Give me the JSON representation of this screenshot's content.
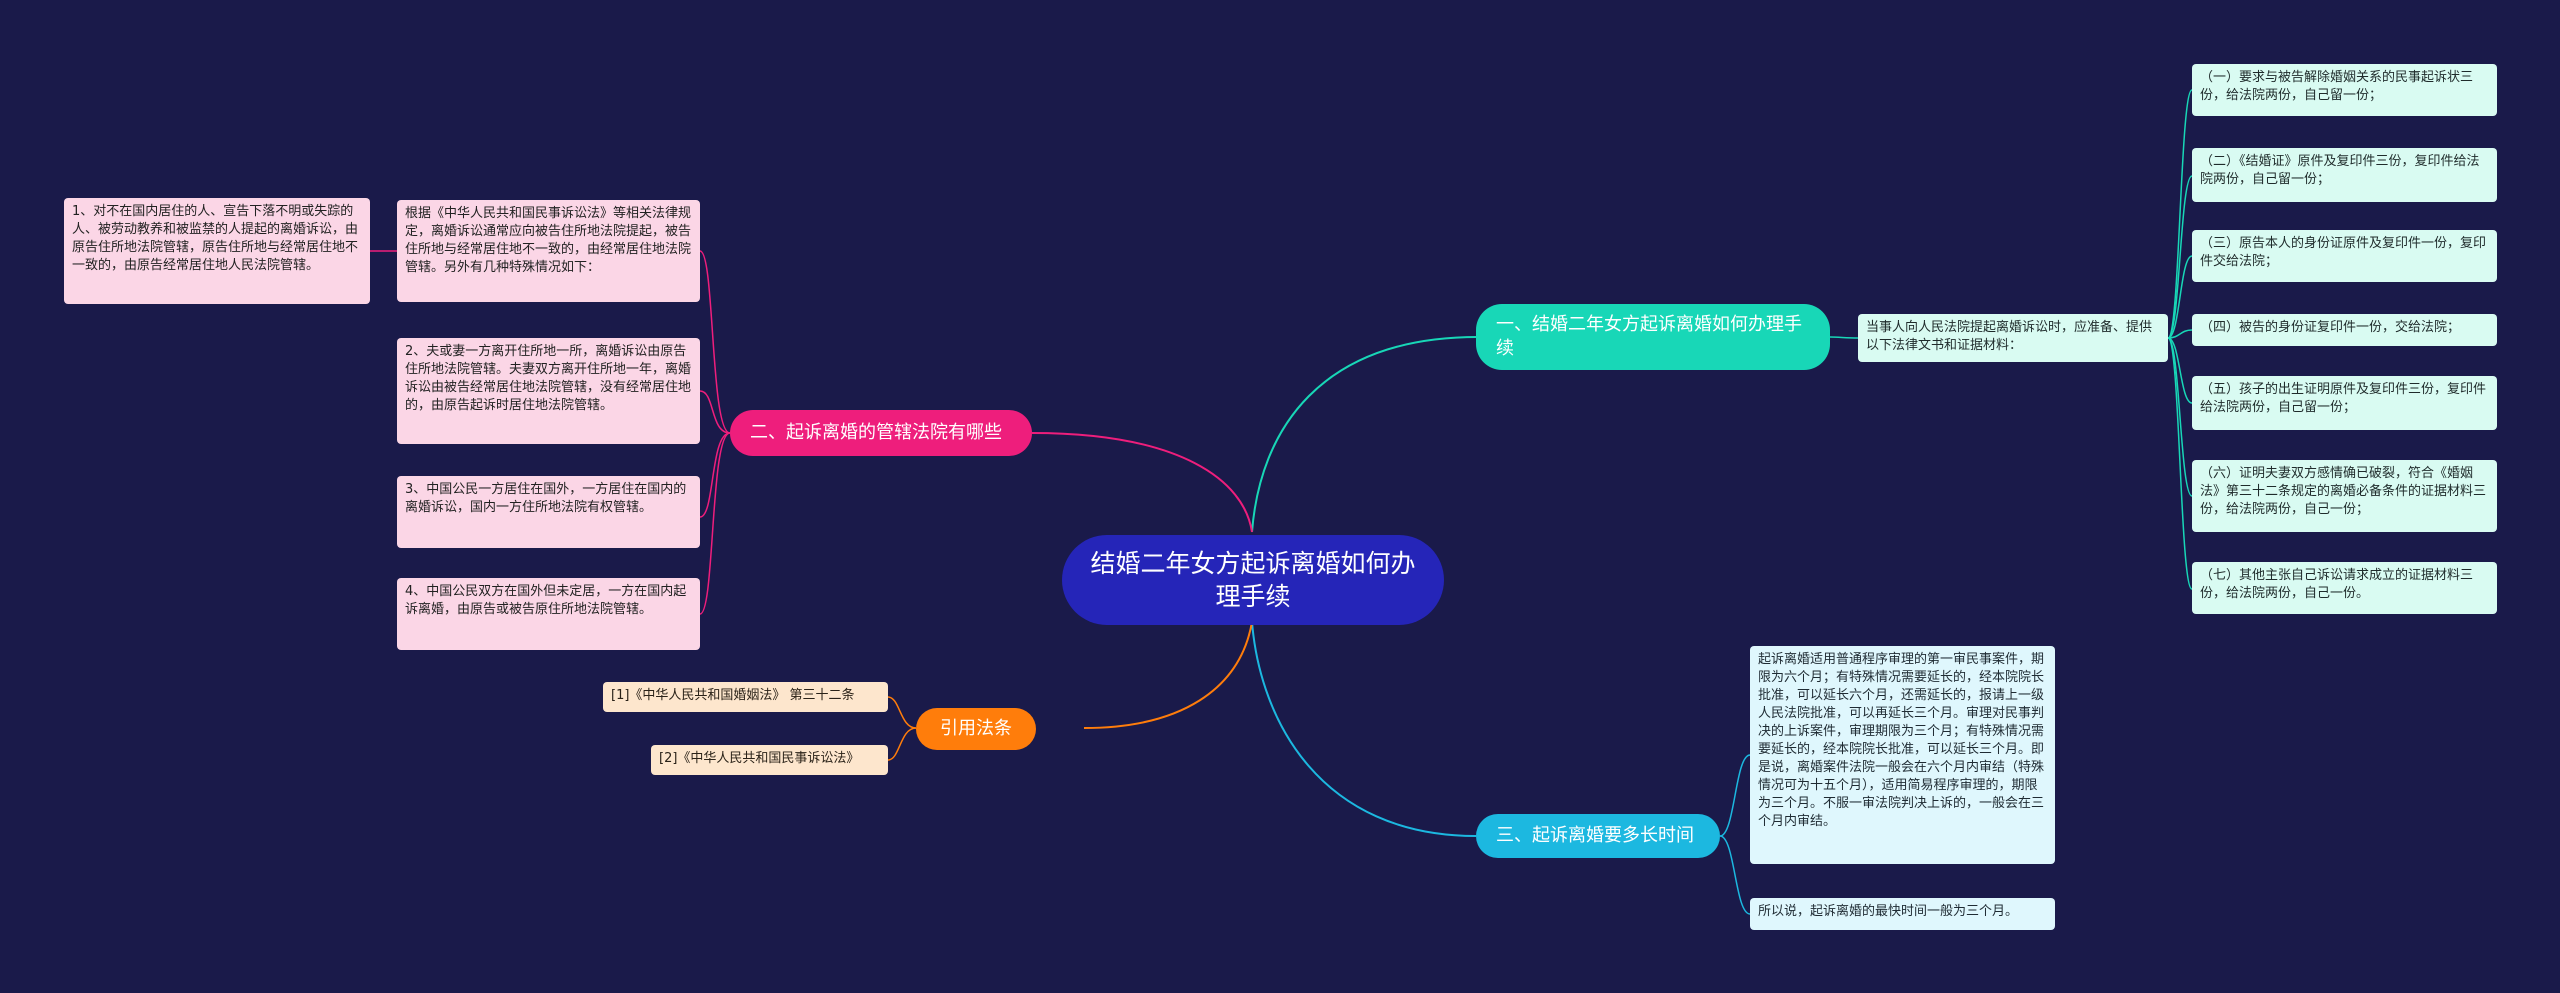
{
  "root": {
    "title": "结婚二年女方起诉离婚如何办理手续"
  },
  "branches": {
    "b1": {
      "title": "一、结婚二年女方起诉离婚如何办理手续",
      "color": "#18d7b7",
      "intro": "当事人向人民法院提起离婚诉讼时，应准备、提供以下法律文书和证据材料：",
      "items": [
        "（一）要求与被告解除婚姻关系的民事起诉状三份，给法院两份，自己留一份；",
        "（二）《结婚证》原件及复印件三份，复印件给法院两份，自己留一份；",
        "（三）原告本人的身份证原件及复印件一份，复印件交给法院；",
        "（四）被告的身份证复印件一份，交给法院；",
        "（五）孩子的出生证明原件及复印件三份，复印件给法院两份，自己留一份；",
        "（六）证明夫妻双方感情确已破裂，符合《婚姻法》第三十二条规定的离婚必备条件的证据材料三份，给法院两份，自己一份；",
        "（七）其他主张自己诉讼请求成立的证据材料三份，给法院两份，自己一份。"
      ]
    },
    "b2": {
      "title": "二、起诉离婚的管辖法院有哪些",
      "color": "#ee1e7c",
      "intro": "根据《中华人民共和国民事诉讼法》等相关法律规定，离婚诉讼通常应向被告住所地法院提起，被告住所地与经常居住地不一致的，由经常居住地法院管辖。另外有几种特殊情况如下：",
      "sub": "1、对不在国内居住的人、宣告下落不明或失踪的人、被劳动教养和被监禁的人提起的离婚诉讼，由原告住所地法院管辖，原告住所地与经常居住地不一致的，由原告经常居住地人民法院管辖。",
      "items": [
        "2、夫或妻一方离开住所地一所，离婚诉讼由原告住所地法院管辖。夫妻双方离开住所地一年，离婚诉讼由被告经常居住地法院管辖，没有经常居住地的，由原告起诉时居住地法院管辖。",
        "3、中国公民一方居住在国外，一方居住在国内的离婚诉讼，国内一方住所地法院有权管辖。",
        "4、中国公民双方在国外但未定居，一方在国内起诉离婚，由原告或被告原住所地法院管辖。"
      ]
    },
    "b3": {
      "title": "三、起诉离婚要多长时间",
      "color": "#1cb8e0",
      "items": [
        "起诉离婚适用普通程序审理的第一审民事案件，期限为六个月；有特殊情况需要延长的，经本院院长批准，可以延长六个月，还需延长的，报请上一级人民法院批准，可以再延长三个月。审理对民事判决的上诉案件，审理期限为三个月；有特殊情况需要延长的，经本院院长批准，可以延长三个月。即是说，离婚案件法院一般会在六个月内审结（特殊情况可为十五个月），适用简易程序审理的，期限为三个月。不服一审法院判决上诉的，一般会在三个月内审结。",
        "所以说，起诉离婚的最快时间一般为三个月。"
      ]
    },
    "b4": {
      "title": "引用法条",
      "color": "#ff7d0b",
      "items": [
        "[1]《中华人民共和国婚姻法》 第三十二条",
        "[2]《中华人民共和国民事诉讼法》"
      ]
    }
  }
}
